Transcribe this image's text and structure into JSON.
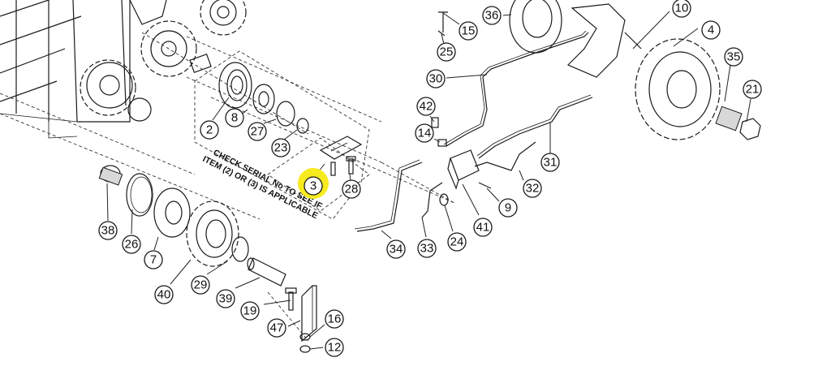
{
  "note": {
    "line1": "CHECK SERIAL No TO SEE IF",
    "line2": "ITEM (2) OR (3) IS APPLICABLE"
  },
  "highlight_color": "#f7ea1f",
  "callouts": [
    {
      "id": "15",
      "label": "15"
    },
    {
      "id": "36",
      "label": "36"
    },
    {
      "id": "10",
      "label": "10"
    },
    {
      "id": "4",
      "label": "4"
    },
    {
      "id": "25",
      "label": "25"
    },
    {
      "id": "35",
      "label": "35"
    },
    {
      "id": "30",
      "label": "30"
    },
    {
      "id": "21",
      "label": "21"
    },
    {
      "id": "2",
      "label": "2"
    },
    {
      "id": "8",
      "label": "8"
    },
    {
      "id": "27",
      "label": "27"
    },
    {
      "id": "23",
      "label": "23"
    },
    {
      "id": "42",
      "label": "42"
    },
    {
      "id": "14",
      "label": "14"
    },
    {
      "id": "31",
      "label": "31"
    },
    {
      "id": "3",
      "label": "3",
      "highlighted": true
    },
    {
      "id": "28",
      "label": "28"
    },
    {
      "id": "32",
      "label": "32"
    },
    {
      "id": "9",
      "label": "9"
    },
    {
      "id": "41",
      "label": "41"
    },
    {
      "id": "24",
      "label": "24"
    },
    {
      "id": "33",
      "label": "33"
    },
    {
      "id": "34",
      "label": "34"
    },
    {
      "id": "38",
      "label": "38"
    },
    {
      "id": "26",
      "label": "26"
    },
    {
      "id": "7",
      "label": "7"
    },
    {
      "id": "40",
      "label": "40"
    },
    {
      "id": "29",
      "label": "29"
    },
    {
      "id": "39",
      "label": "39"
    },
    {
      "id": "19",
      "label": "19"
    },
    {
      "id": "47",
      "label": "47"
    },
    {
      "id": "16",
      "label": "16"
    },
    {
      "id": "12",
      "label": "12"
    }
  ]
}
